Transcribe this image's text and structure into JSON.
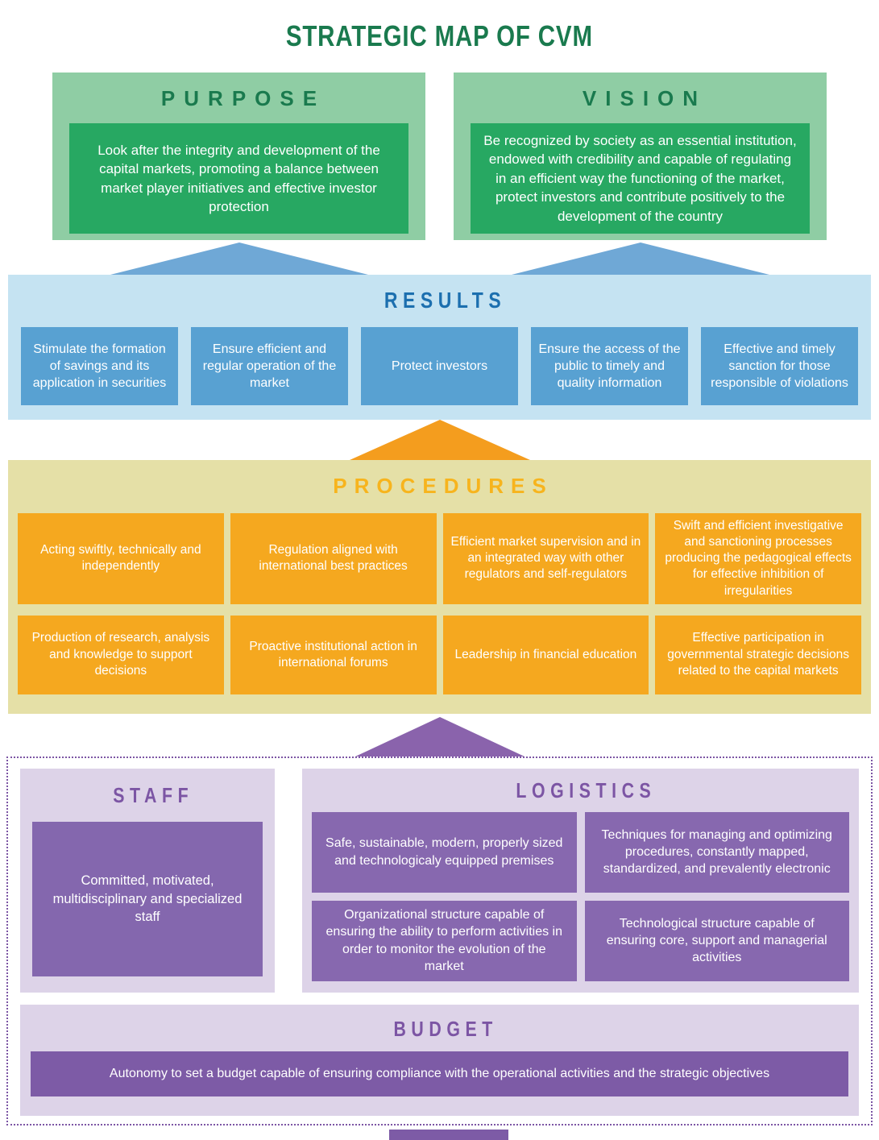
{
  "title": "STRATEGIC MAP OF CVM",
  "palette": {
    "dark_green": "#1A7A4E",
    "light_green": "#8FCDA4",
    "green": "#27A862",
    "light_blue_band": "#C5E3F2",
    "blue_box": "#58A1D2",
    "blue_arrow": "#6FA8D6",
    "blue_heading": "#1C6FAF",
    "khaki_band": "#E5E0A7",
    "orange_box": "#F5A81F",
    "orange_arrow": "#F49D1E",
    "gold_heading": "#F7B41D",
    "light_purple": "#DDD3E8",
    "purple_box": "#8467AE",
    "purple_arrow": "#8A63AC",
    "purple_heading": "#7C55A4",
    "budget_box": "#7D5BA6"
  },
  "purpose": {
    "heading": "PURPOSE",
    "text": "Look after the integrity and development of the capital markets, promoting a balance between market player initiatives and effective investor protection"
  },
  "vision": {
    "heading": "VISION",
    "text": "Be recognized by society as an essential institution, endowed with credibility and capable of regulating in an efficient way the functioning of the market, protect investors and contribute positively to the development of the country"
  },
  "results": {
    "heading": "RESULTS",
    "items": [
      "Stimulate the formation of savings and its application in securities",
      "Ensure efficient and regular operation of the market",
      "Protect investors",
      "Ensure the access of the public to timely and quality information",
      "Effective and timely sanction for those responsible of violations"
    ]
  },
  "procedures": {
    "heading": "PROCEDURES",
    "items": [
      "Acting swiftly, technically and independently",
      "Regulation aligned with international best practices",
      "Efficient market supervision and in an integrated way with other regulators and self-regulators",
      "Swift and efficient investigative and sanctioning processes producing the pedagogical effects for effective inhibition of irregularities",
      "Production of research, analysis and knowledge to support decisions",
      "Proactive institutional action in international forums",
      "Leadership in financial education",
      "Effective participation in governmental strategic decisions related to the capital markets"
    ]
  },
  "staff": {
    "heading": "STAFF",
    "text": "Committed, motivated, multidisciplinary and specialized staff"
  },
  "logistics": {
    "heading": "LOGISTICS",
    "items": [
      "Safe, sustainable, modern, properly sized and technologicaly equipped premises",
      "Techniques for managing and optimizing procedures, constantly mapped, standardized, and prevalently electronic",
      "Organizational structure capable of ensuring the ability to perform activities in order to monitor the evolution of the market",
      "Technological structure capable of ensuring core, support and managerial activities"
    ]
  },
  "budget": {
    "heading": "BUDGET",
    "text": "Autonomy to set a budget capable of ensuring compliance with the operational activities and the strategic objectives"
  }
}
